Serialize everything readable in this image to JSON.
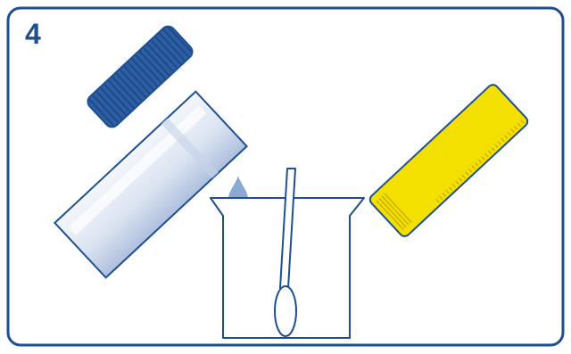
{
  "step": {
    "number": "4"
  },
  "illustration": {
    "cap_icon": "ribbed-cap",
    "tube_icon": "sample-tube",
    "drop_icon": "liquid-drop",
    "beaker_icon": "beaker",
    "swab_icon": "swab",
    "strip_icon": "test-strip"
  },
  "colors": {
    "frame": "#1d4f91",
    "cap_fill": "#2e5fa3",
    "tube_fill_light": "#ffffff",
    "tube_fill_shade": "#b9c9e4",
    "drop": "#8aa9d3",
    "strip_fill": "#f4e000",
    "outline": "#1d4f91"
  }
}
